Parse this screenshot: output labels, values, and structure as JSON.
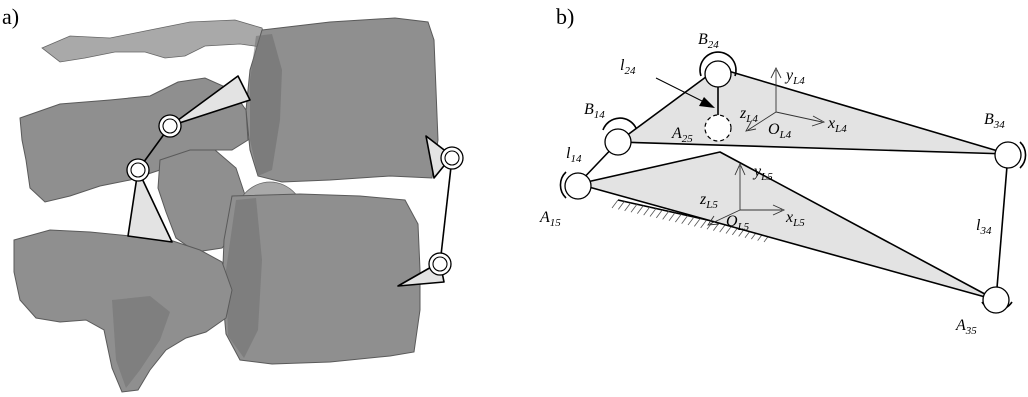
{
  "panels": {
    "a": {
      "label": "a)"
    },
    "b": {
      "label": "b)"
    }
  },
  "labels": {
    "B24": {
      "main": "B",
      "sub": "24"
    },
    "B14": {
      "main": "B",
      "sub": "14"
    },
    "B34": {
      "main": "B",
      "sub": "34"
    },
    "A25": {
      "main": "A",
      "sub": "25"
    },
    "A15": {
      "main": "A",
      "sub": "15"
    },
    "A35": {
      "main": "A",
      "sub": "35"
    },
    "l24": {
      "main": "l",
      "sub": "24"
    },
    "l14": {
      "main": "l",
      "sub": "14"
    },
    "l34": {
      "main": "l",
      "sub": "34"
    },
    "yL4": {
      "main": "y",
      "sub": "L4"
    },
    "zL4": {
      "main": "z",
      "sub": "L4"
    },
    "xL4": {
      "main": "x",
      "sub": "L4"
    },
    "OL4": {
      "main": "O",
      "sub": "L4"
    },
    "yL5": {
      "main": "y",
      "sub": "L5"
    },
    "zL5": {
      "main": "z",
      "sub": "L5"
    },
    "xL5": {
      "main": "x",
      "sub": "L5"
    },
    "OL5": {
      "main": "O",
      "sub": "L5"
    }
  }
}
